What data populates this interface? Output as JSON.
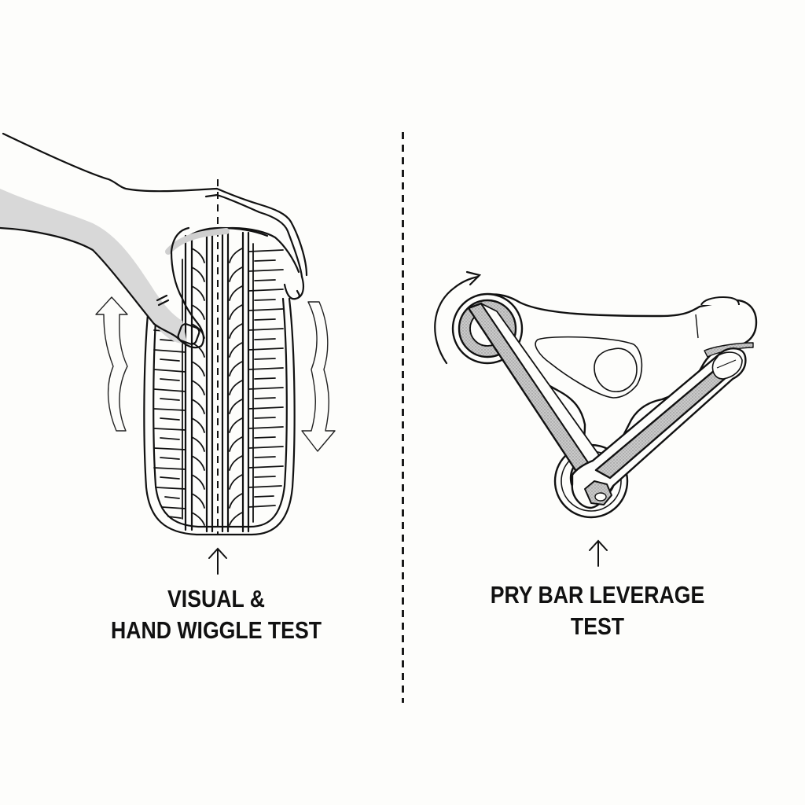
{
  "figure": {
    "background_color": "#fdfdfb",
    "line_color": "#111111",
    "shade_color": "#d6d6d6"
  },
  "panels": [
    {
      "id": "left",
      "title_line1": "VISUAL &",
      "title_line2": "HAND WIGGLE TEST",
      "illustration": "hand gripping top of tire tread with up/down wiggle arrows",
      "icons": [
        "hand-icon",
        "tire-tread-icon",
        "wavy-up-arrow-icon",
        "wavy-down-arrow-icon",
        "pointer-up-arrow-icon"
      ]
    },
    {
      "id": "right",
      "title_line1": "PRY BAR LEVERAGE",
      "title_line2": "TEST",
      "illustration": "pry bar levering control arm bushing with rotation arrow",
      "icons": [
        "control-arm-icon",
        "pry-bar-icon",
        "bushing-icon",
        "rotation-arrow-icon",
        "pointer-up-arrow-icon"
      ]
    }
  ],
  "divider": {
    "style": "dashed",
    "orientation": "vertical"
  }
}
